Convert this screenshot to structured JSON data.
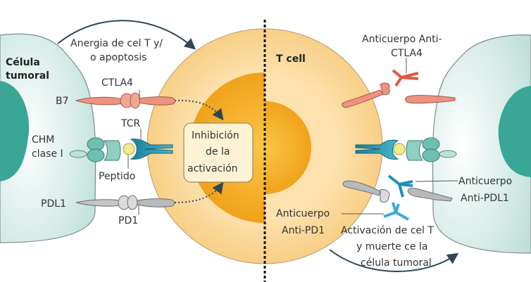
{
  "colors": {
    "tumor_cell": "#cfe7e2",
    "tumor_nucleus": "#3aa695",
    "t_cell_outer": "#fbd99a",
    "t_cell_inner": "#f2a51a",
    "ctla4": "#ec927e",
    "antibody_ctla4": "#e05a3d",
    "antibody_pd": "#3da9d6",
    "pd1": "#b7b9ba",
    "tcr": "#2f9fb5",
    "peptide": "#f2ea8a"
  },
  "left_panel": {
    "cell_label": "Célula tumoral",
    "cell_label_line1": "Célula",
    "cell_label_line2": "tumoral",
    "top_arrow_label_line1": "Anergia de cel T y/",
    "top_arrow_label_line2": "o apoptosis",
    "ctla4": "CTLA4",
    "b7": "B7",
    "tcr": "TCR",
    "chm_line1": "CHM",
    "chm_line2": "clase I",
    "peptide": "Peptido",
    "pdl1": "PDL1",
    "pd1": "PD1",
    "inhibition_line1": "Inhibición",
    "inhibition_line2": "de la",
    "inhibition_line3": "activación"
  },
  "right_panel": {
    "cell_label": "T cell",
    "anti_ctla4_line1": "Anticuerpo Anti-",
    "anti_ctla4_line2": "CTLA4",
    "anti_pdl1_line1": "Anticuerpo",
    "anti_pdl1_line2": "Anti-PDL1",
    "anti_pd1_line1": "Anticuerpo",
    "anti_pd1_line2": "Anti-PD1",
    "bottom_arrow_label_line1": "Activación de cel T",
    "bottom_arrow_label_line2": "y muerte ce la",
    "bottom_arrow_label_line3": "célula tumoral"
  }
}
